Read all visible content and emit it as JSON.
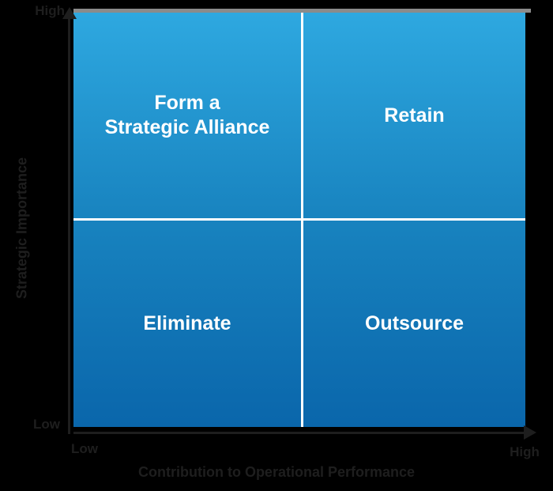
{
  "matrix": {
    "quadrants": {
      "top_left": {
        "line1": "Form a",
        "line2": "Strategic Alliance"
      },
      "top_right": {
        "label": "Retain"
      },
      "bottom_left": {
        "label": "Eliminate"
      },
      "bottom_right": {
        "label": "Outsource"
      }
    },
    "y_axis": {
      "title": "Strategic Importance",
      "top_label": "High",
      "bottom_label": "Low"
    },
    "x_axis": {
      "title": "Contribution to Operational Performance",
      "left_label": "Low",
      "right_label": "High"
    },
    "colors": {
      "background": "#000000",
      "gradient_top": "#2EA8E0",
      "gradient_mid": "#1883BF",
      "gradient_bottom": "#0A66AB",
      "divider": "#FFFFFF",
      "quadrant_text": "#FFFFFF",
      "axis_text": "#1E1E1E",
      "top_bar": "#8B8B8B"
    }
  }
}
